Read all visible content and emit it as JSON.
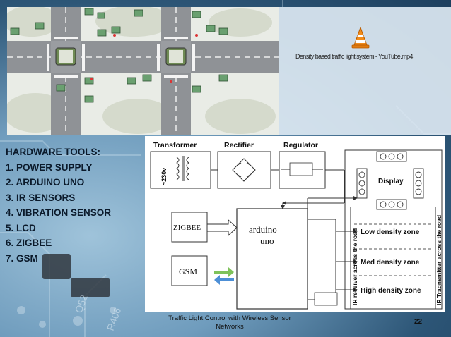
{
  "video": {
    "title": "Density based traffic light system - YouTube.mp4",
    "icon": "vlc-cone-icon"
  },
  "hardware": {
    "heading": "HARDWARE TOOLS:",
    "items": [
      "1. POWER SUPPLY",
      "2. ARDUINO UNO",
      "3. IR SENSORS",
      "4. VIBRATION SENSOR",
      "5. LCD",
      "6. ZIGBEE",
      "7. GSM"
    ]
  },
  "diagram": {
    "transformer": "Transformer",
    "rectifier": "Rectifier",
    "regulator": "Regulator",
    "input_voltage": "~230v",
    "zigbee": "ZIGBEE",
    "gsm": "GSM",
    "arduino_line1": "arduino",
    "arduino_line2": "uno",
    "display": "Display",
    "low_zone": "Low density zone",
    "med_zone": "Med density zone",
    "high_zone": "High density zone",
    "ir_receiver": "IR receiver across the road",
    "ir_transmitter": "IR Traqnsmitter across the road"
  },
  "footer": {
    "caption": "Traffic Light Control with Wireless Sensor Networks",
    "page": "22"
  }
}
